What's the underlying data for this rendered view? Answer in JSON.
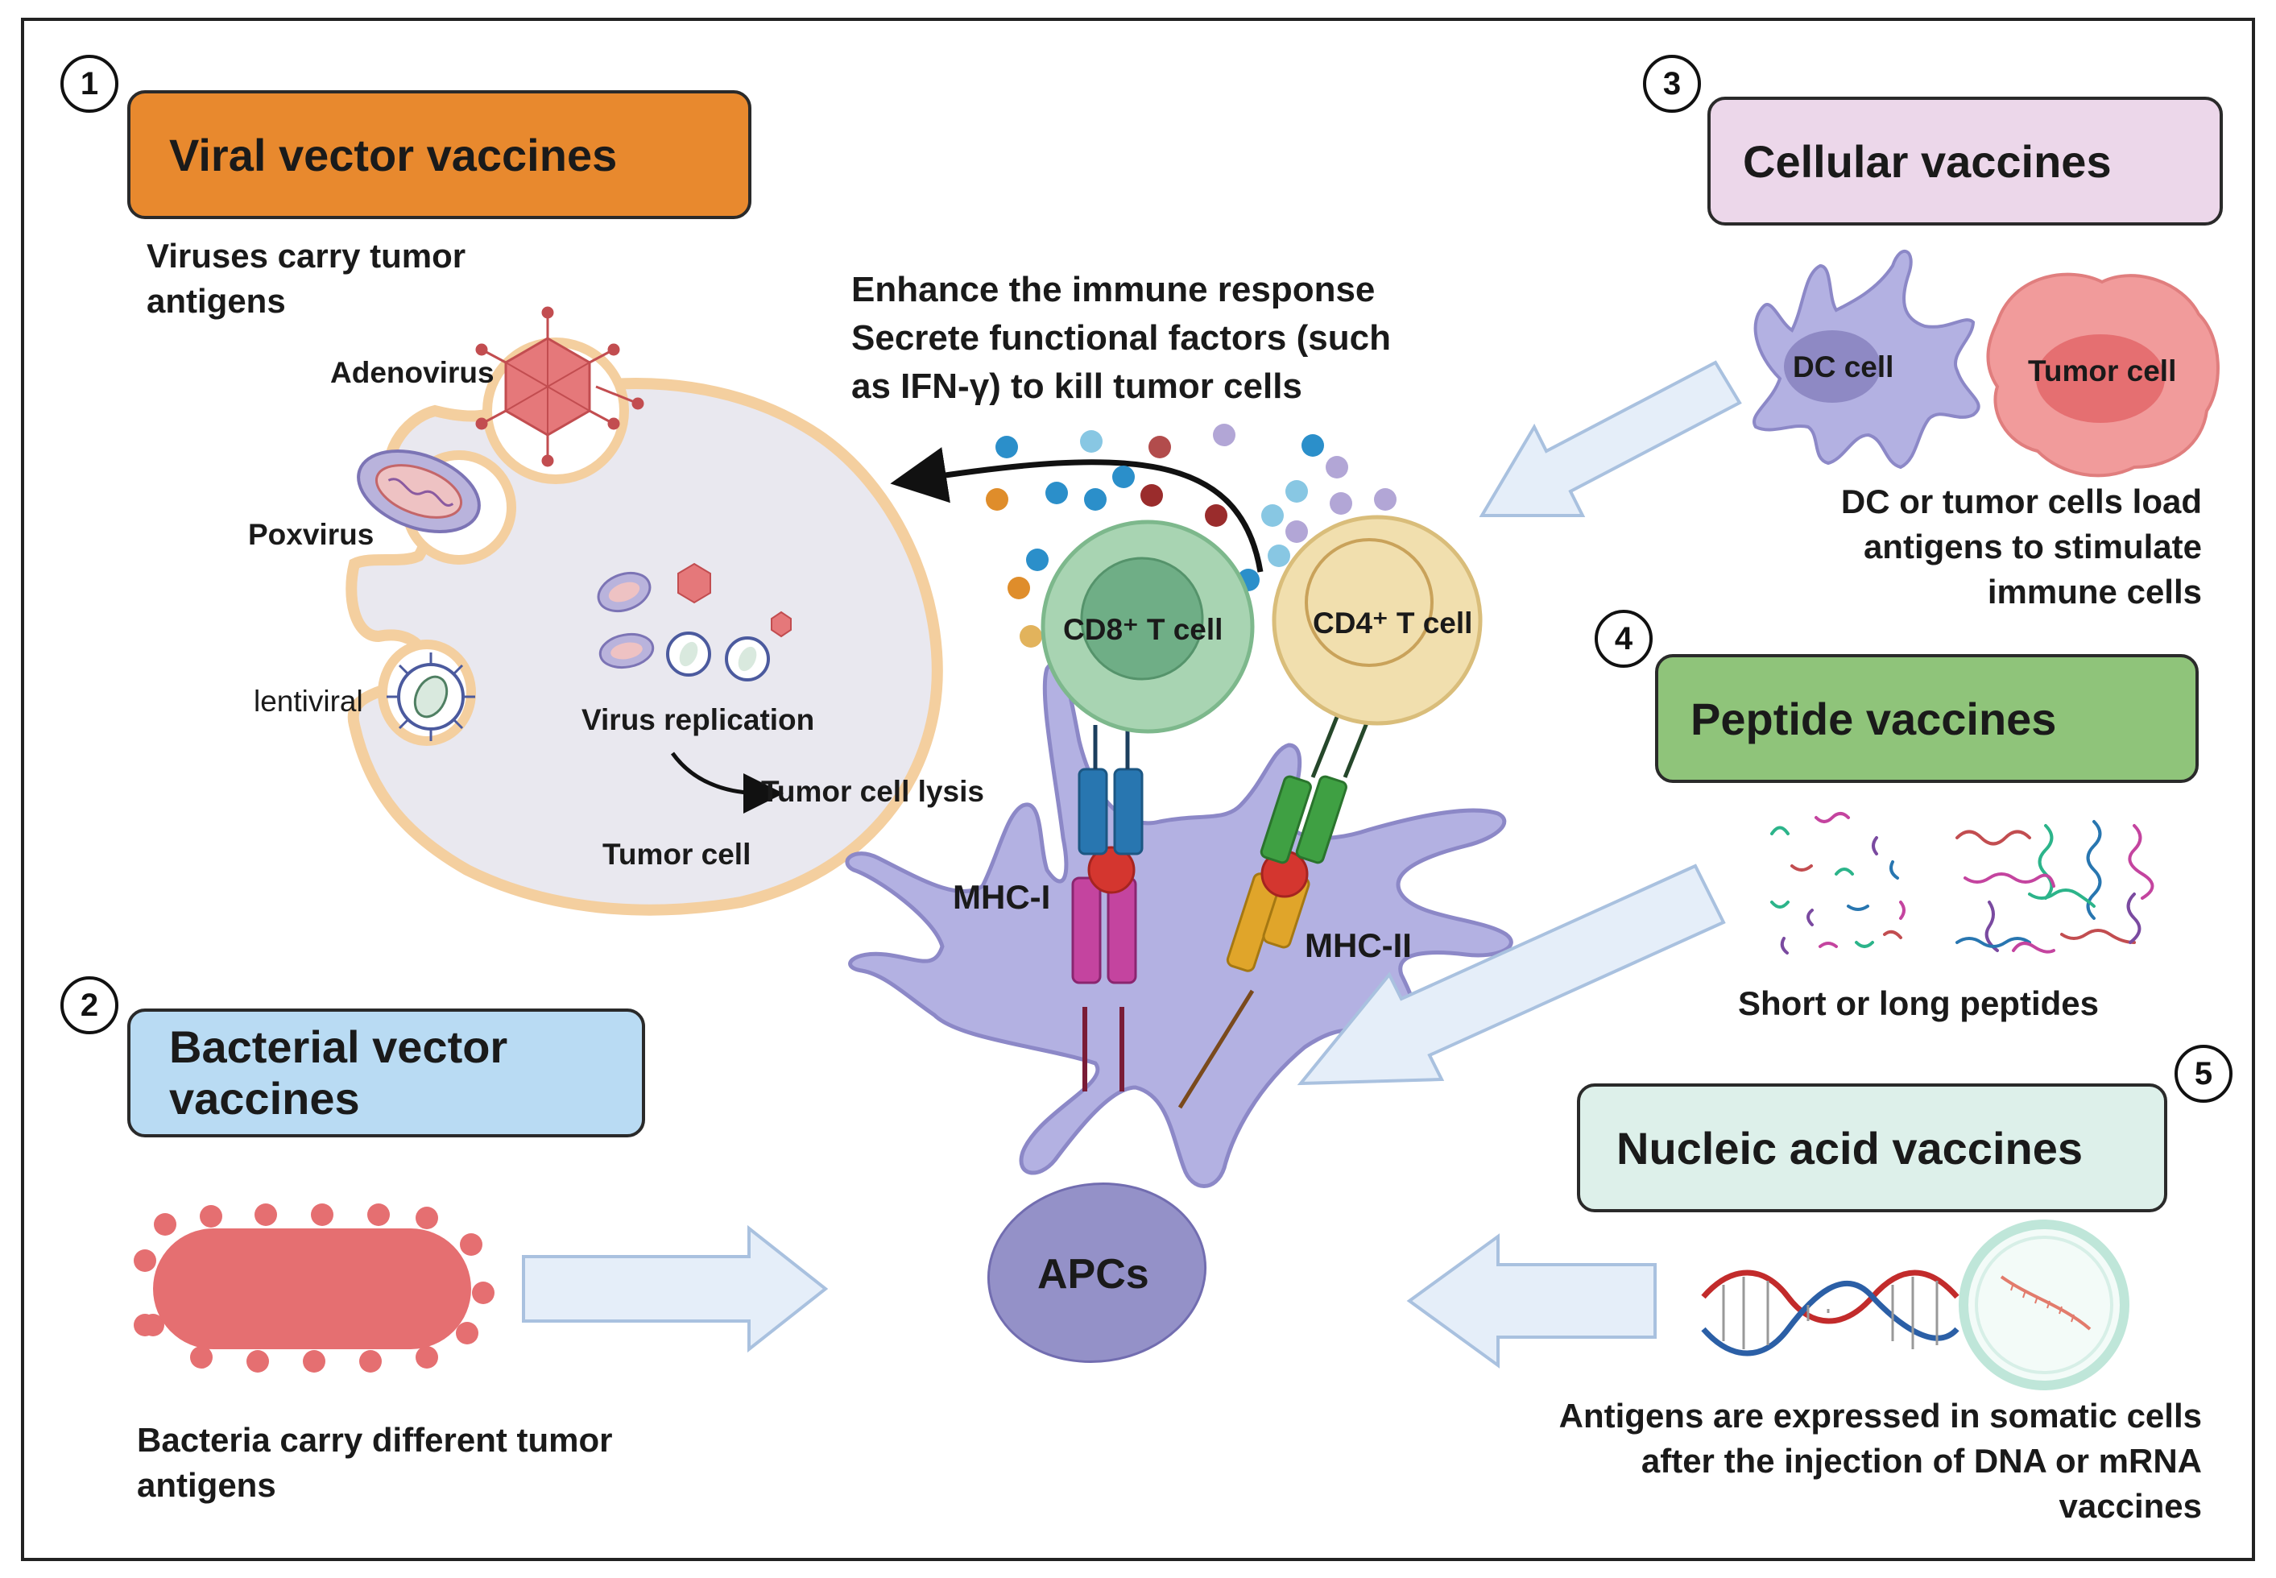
{
  "sections": [
    {
      "number": "1",
      "title": "Viral vector vaccines",
      "description": [
        "Viruses carry tumor",
        "antigens"
      ],
      "color": "#e8892e"
    },
    {
      "number": "2",
      "title": [
        "Bacterial vector",
        "vaccines"
      ],
      "description": [
        "Bacteria carry different tumor",
        "antigens"
      ],
      "color": "#b9dbf3"
    },
    {
      "number": "3",
      "title": "Cellular vaccines",
      "description": [
        "DC or tumor cells load",
        "antigens to stimulate",
        "immune cells"
      ],
      "color": "#ecd7ea"
    },
    {
      "number": "4",
      "title": "Peptide vaccines",
      "description": [
        "Short or long peptides"
      ],
      "color": "#8fc47a"
    },
    {
      "number": "5",
      "title": "Nucleic acid vaccines",
      "description": [
        "Antigens are expressed in somatic cells",
        "after the injection of DNA or mRNA",
        "vaccines"
      ],
      "color": "#ddf0ea"
    }
  ],
  "viral": {
    "adenovirus": "Adenovirus",
    "poxvirus": "Poxvirus",
    "lentiviral": "lentiviral",
    "replication": "Virus replication",
    "lysis": "Tumor cell lysis",
    "tumor_cell": "Tumor cell"
  },
  "immune": {
    "response": [
      "Enhance the immune response",
      "Secrete functional factors (such",
      "as IFN-γ) to kill tumor cells"
    ],
    "cd8": "CD8⁺ T cell",
    "cd4": "CD4⁺ T cell",
    "mhc1": "MHC-I",
    "mhc2": "MHC-II",
    "apc": "APCs"
  },
  "cellular": {
    "dc": "DC cell",
    "tumor": "Tumor cell"
  },
  "colors": {
    "apc": "#b3b1e2",
    "apc_nucleus": "#8e89c4",
    "cd8": "#a8d4b2",
    "cd8_nucleus": "#6fae86",
    "cd4": "#f1dfae",
    "tumor": "#e8e6ee",
    "tumor_border": "#f2ca9a",
    "bacteria": "#e56f71",
    "arrow": "#e5eef9"
  }
}
